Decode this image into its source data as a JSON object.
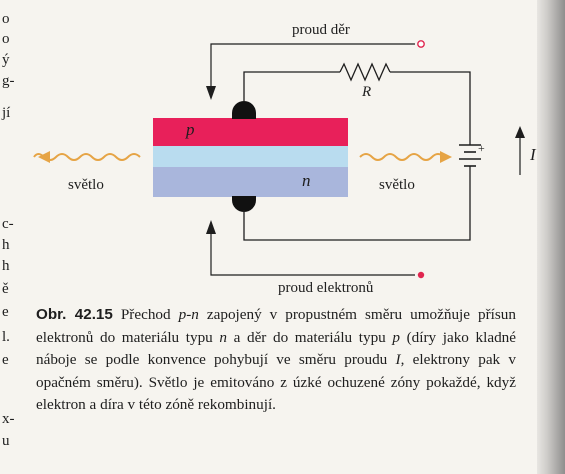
{
  "left_margin_fragments": [
    "o",
    "o",
    "ý",
    "g-",
    "jí",
    "c-",
    "h",
    "h",
    "ě",
    "e",
    "l.",
    "e",
    "x-",
    "u"
  ],
  "labels": {
    "proud_der": "proud děr",
    "proud_elektronu": "proud elektronů",
    "resistor": "R",
    "current": "I",
    "p_region": "p",
    "n_region": "n",
    "light_left": "světlo",
    "light_right": "světlo",
    "plus": "+"
  },
  "caption": {
    "id": "Obr. 42.15",
    "t1": " Přechod ",
    "v_pn": "p-n",
    "t2": " zapojený v propustném směru umožňuje přísun elektronů do materiálu typu ",
    "v_n": "n",
    "t3": " a děr do materiálu typu ",
    "v_p": "p",
    "t4": " (díry jako kladné náboje se podle konvence pohybují ve směru proudu ",
    "v_I": "I",
    "t5": ", elektrony pak v opačném směru). Světlo je emitováno z úzké ochuzené zóny pokaždé, když elektron a díra v této zóně rekombinují."
  },
  "colors": {
    "p_layer": "#e8205a",
    "depletion_layer": "#b9dcef",
    "n_layer": "#a9b6dc",
    "light_wave": "#e6a445",
    "terminal_dot": "#e0264f",
    "wire": "#1e1e1e"
  }
}
